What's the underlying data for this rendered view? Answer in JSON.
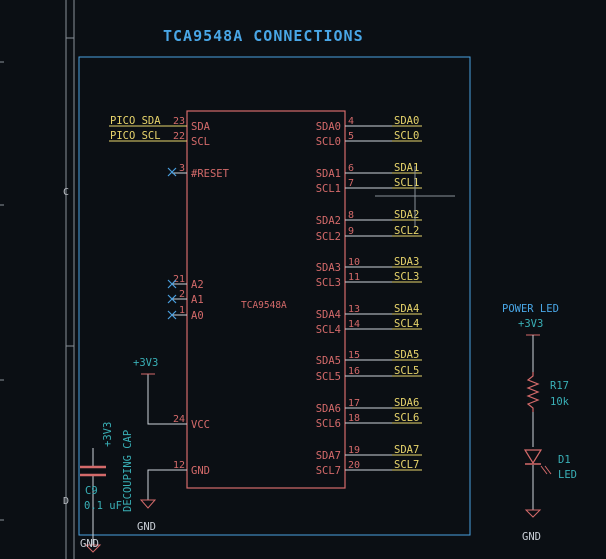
{
  "title": "TCA9548A CONNECTIONS",
  "border": {
    "markC": "C",
    "markD": "D"
  },
  "chip": {
    "name": "TCA9548A",
    "left_pins": [
      {
        "num": "23",
        "name": "SDA"
      },
      {
        "num": "22",
        "name": "SCL"
      },
      {
        "num": "3",
        "name": "#RESET"
      },
      {
        "num": "21",
        "name": "A2"
      },
      {
        "num": "2",
        "name": "A1"
      },
      {
        "num": "1",
        "name": "A0"
      },
      {
        "num": "24",
        "name": "VCC"
      },
      {
        "num": "12",
        "name": "GND"
      }
    ],
    "right_pins": [
      {
        "num": "4",
        "name": "SDA0",
        "net": "SDA0"
      },
      {
        "num": "5",
        "name": "SCL0",
        "net": "SCL0"
      },
      {
        "num": "6",
        "name": "SDA1",
        "net": "SDA1"
      },
      {
        "num": "7",
        "name": "SCL1",
        "net": "SCL1"
      },
      {
        "num": "8",
        "name": "SDA2",
        "net": "SDA2"
      },
      {
        "num": "9",
        "name": "SCL2",
        "net": "SCL2"
      },
      {
        "num": "10",
        "name": "SDA3",
        "net": "SDA3"
      },
      {
        "num": "11",
        "name": "SCL3",
        "net": "SCL3"
      },
      {
        "num": "13",
        "name": "SDA4",
        "net": "SDA4"
      },
      {
        "num": "14",
        "name": "SCL4",
        "net": "SCL4"
      },
      {
        "num": "15",
        "name": "SDA5",
        "net": "SDA5"
      },
      {
        "num": "16",
        "name": "SCL5",
        "net": "SCL5"
      },
      {
        "num": "17",
        "name": "SDA6",
        "net": "SDA6"
      },
      {
        "num": "18",
        "name": "SCL6",
        "net": "SCL6"
      },
      {
        "num": "19",
        "name": "SDA7",
        "net": "SDA7"
      },
      {
        "num": "20",
        "name": "SCL7",
        "net": "SCL7"
      }
    ]
  },
  "nets": {
    "pico_sda": "PICO_SDA",
    "pico_scl": "PICO_SCL"
  },
  "power": {
    "v33_top": "+3V3",
    "v33_cap": "+3V3",
    "gnd_chip": "GND",
    "gnd_cap": "GND"
  },
  "cap": {
    "ref": "C9",
    "value": "0.1 uF",
    "note": "DECOUPING CAP"
  },
  "led_block": {
    "label": "POWER LED",
    "v33": "+3V3",
    "r_ref": "R17",
    "r_val": "10k",
    "d_ref": "D1",
    "d_val": "LED",
    "gnd": "GND"
  },
  "colors": {
    "wire": "#cdd3da",
    "chip": "#d46a6a",
    "net": "#e7d46b",
    "frame": "#4aa0e0",
    "text_blue": "#49a6e6",
    "text_teal": "#39b0b7",
    "power_symbol": "#d46a6a"
  }
}
